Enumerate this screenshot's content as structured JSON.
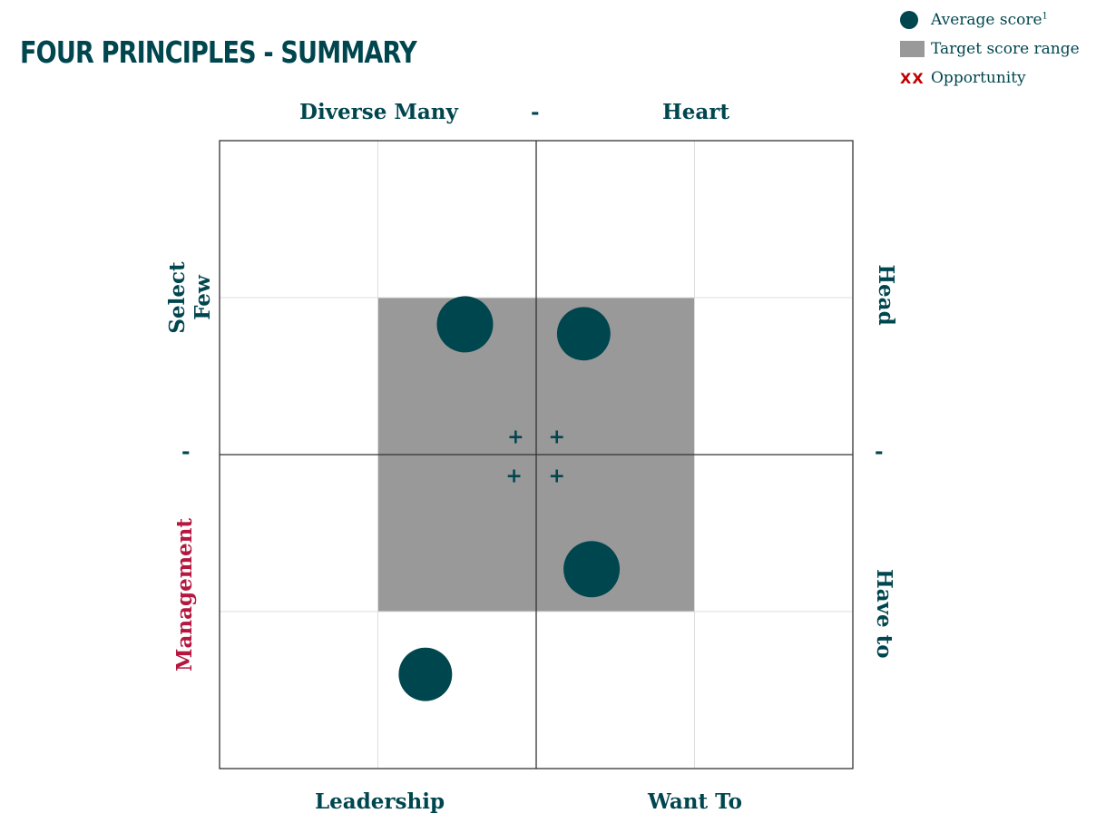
{
  "title": "FOUR PRINCIPLES - SUMMARY",
  "legend": {
    "average_label": "Average score",
    "average_sup": "1",
    "target_label": "Target score range",
    "opportunity_marker": "XX",
    "opportunity_label": "Opportunity"
  },
  "colors": {
    "primary": "#00464f",
    "target_fill": "#999999",
    "opportunity": "#c00000",
    "management": "#b5173f"
  },
  "labels": {
    "top_left": "Diverse Many",
    "top_center": "-",
    "top_right": "Heart",
    "bottom_left": "Leadership",
    "bottom_right": "Want To",
    "left_top": "Select\nFew",
    "left_center": "-",
    "left_bottom": "Management",
    "right_top": "Head",
    "right_center": "-",
    "right_bottom": "Have to"
  },
  "chart_data": {
    "type": "scatter",
    "xlim": [
      0,
      4
    ],
    "ylim": [
      0,
      4
    ],
    "grid": true,
    "target_range": {
      "x": [
        1,
        3
      ],
      "y": [
        1,
        3
      ]
    },
    "points": [
      {
        "x": 1.55,
        "y": 2.83,
        "size": 1.0
      },
      {
        "x": 2.3,
        "y": 2.77,
        "size": 0.95
      },
      {
        "x": 2.35,
        "y": 1.27,
        "size": 1.0
      },
      {
        "x": 1.3,
        "y": 0.6,
        "size": 0.95
      }
    ],
    "plus_markers": [
      {
        "x": 1.87,
        "y": 2.11,
        "text": "+"
      },
      {
        "x": 2.13,
        "y": 2.11,
        "text": "+"
      },
      {
        "x": 1.86,
        "y": 1.86,
        "text": "+"
      },
      {
        "x": 2.13,
        "y": 1.86,
        "text": "+"
      }
    ]
  }
}
